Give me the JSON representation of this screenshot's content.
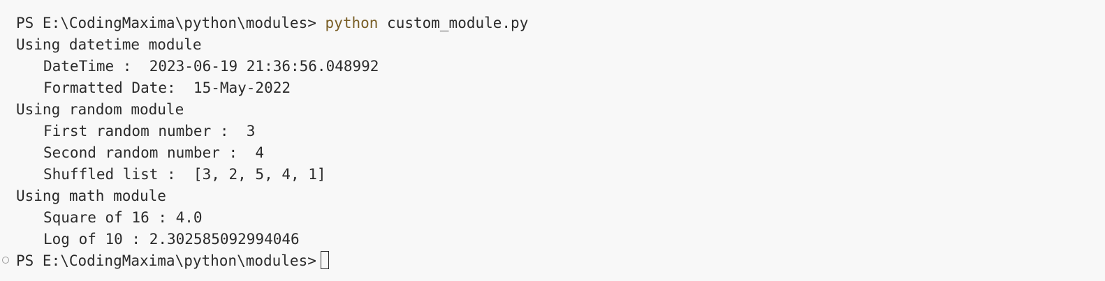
{
  "terminal": {
    "prompt": "PS E:\\CodingMaxima\\python\\modules>",
    "command_program": "python",
    "command_args": "custom_module.py",
    "lines": [
      "Using datetime module",
      "DateTime :  2023-06-19 21:36:56.048992",
      "Formatted Date:  15-May-2022",
      "Using random module",
      "First random number :  3",
      "Second random number :  4",
      "Shuffled list :  [3, 2, 5, 4, 1]",
      "Using math module",
      "Square of 16 : 4.0",
      "Log of 10 : 2.302585092994046"
    ],
    "final_prompt": "PS E:\\CodingMaxima\\python\\modules>"
  },
  "colors": {
    "background": "#f8f8f8",
    "text": "#2b2b2b",
    "command": "#795e26"
  }
}
